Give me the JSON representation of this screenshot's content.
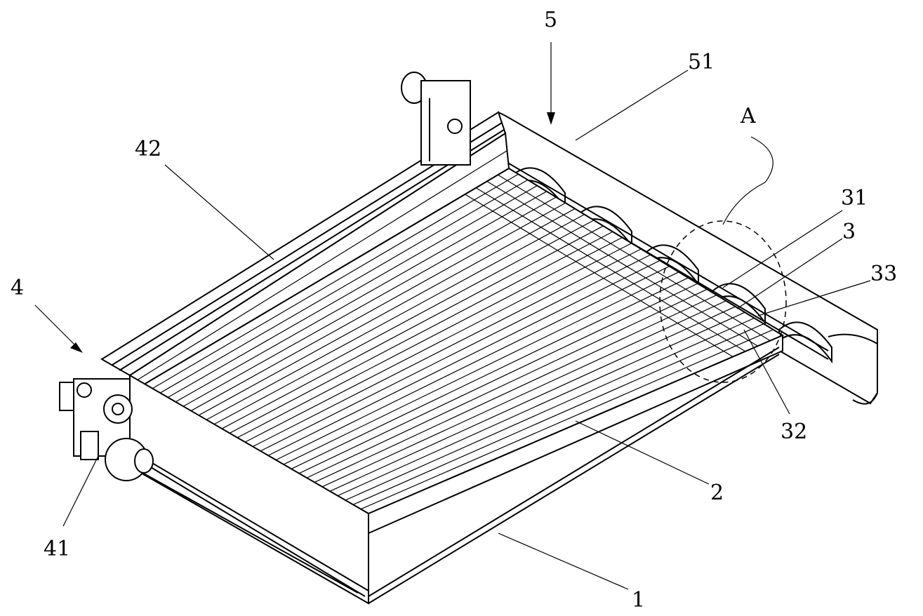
{
  "figure": {
    "labels": [
      {
        "id": "5",
        "text": "5"
      },
      {
        "id": "51",
        "text": "51"
      },
      {
        "id": "A",
        "text": "A"
      },
      {
        "id": "31",
        "text": "31"
      },
      {
        "id": "3",
        "text": "3"
      },
      {
        "id": "33",
        "text": "33"
      },
      {
        "id": "32",
        "text": "32"
      },
      {
        "id": "2",
        "text": "2"
      },
      {
        "id": "1",
        "text": "1"
      },
      {
        "id": "41",
        "text": "41"
      },
      {
        "id": "4",
        "text": "4"
      },
      {
        "id": "42",
        "text": "42"
      }
    ],
    "grid_line_count": 30,
    "trough_cup_count": 5
  }
}
